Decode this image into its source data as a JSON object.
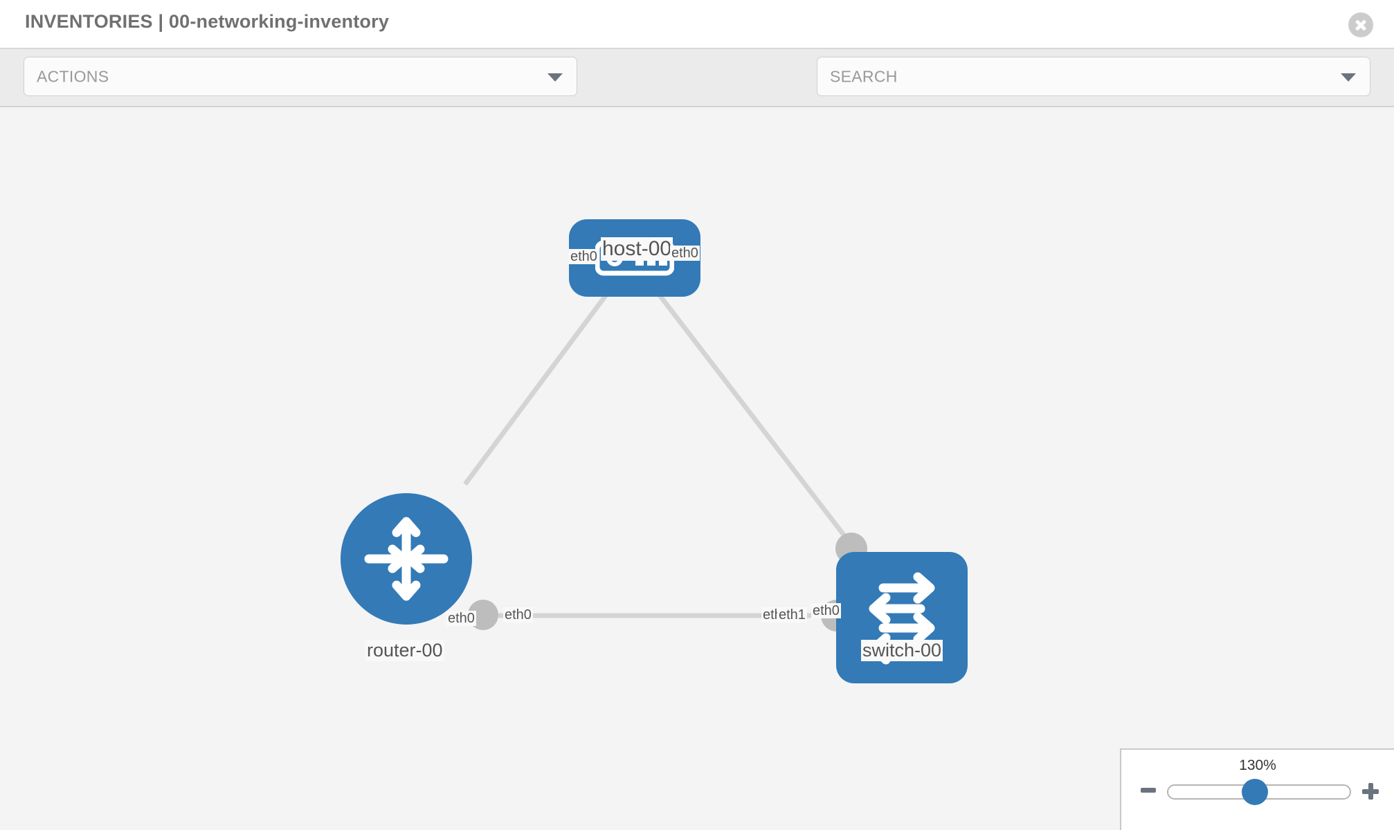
{
  "header": {
    "title": "INVENTORIES | 00-networking-inventory",
    "close_icon": "close-circle-icon"
  },
  "toolbar": {
    "actions_label": "ACTIONS",
    "search_placeholder": "SEARCH",
    "wrench_icon": "wrench-icon",
    "key_icon": "key-icon"
  },
  "topology": {
    "nodes": [
      {
        "id": "host-00",
        "label": "host-00",
        "type": "host",
        "icon": "server-icon"
      },
      {
        "id": "router-00",
        "label": "router-00",
        "type": "router",
        "icon": "router-arrows-icon"
      },
      {
        "id": "switch-00",
        "label": "switch-00",
        "type": "switch",
        "icon": "switch-arrows-icon"
      }
    ],
    "links": [
      {
        "from": "host-00",
        "to": "router-00",
        "from_label": "eth0",
        "to_label": "eth0"
      },
      {
        "from": "host-00",
        "to": "switch-00",
        "from_label": "eth0",
        "to_label": "eth0"
      },
      {
        "from": "router-00",
        "to": "switch-00",
        "from_label": "eth0",
        "to_label": "eth1"
      }
    ],
    "edge_labels": {
      "host_left": "eth0",
      "host_right": "eth0",
      "router_upper": "eth0",
      "switch_upper": "eth0",
      "router_right": "eth0",
      "switch_left_a": "eth",
      "switch_left_b": "eth1"
    }
  },
  "zoom_control": {
    "value": "130%",
    "minus_label": "minus-icon",
    "plus_label": "plus-icon"
  },
  "colors": {
    "node_blue": "#337ab7",
    "canvas_bg": "#f4f4f4",
    "toolbar_bg": "#ebebeb",
    "edge_gray": "#d4d4d4",
    "port_gray": "#bdbdbd"
  }
}
